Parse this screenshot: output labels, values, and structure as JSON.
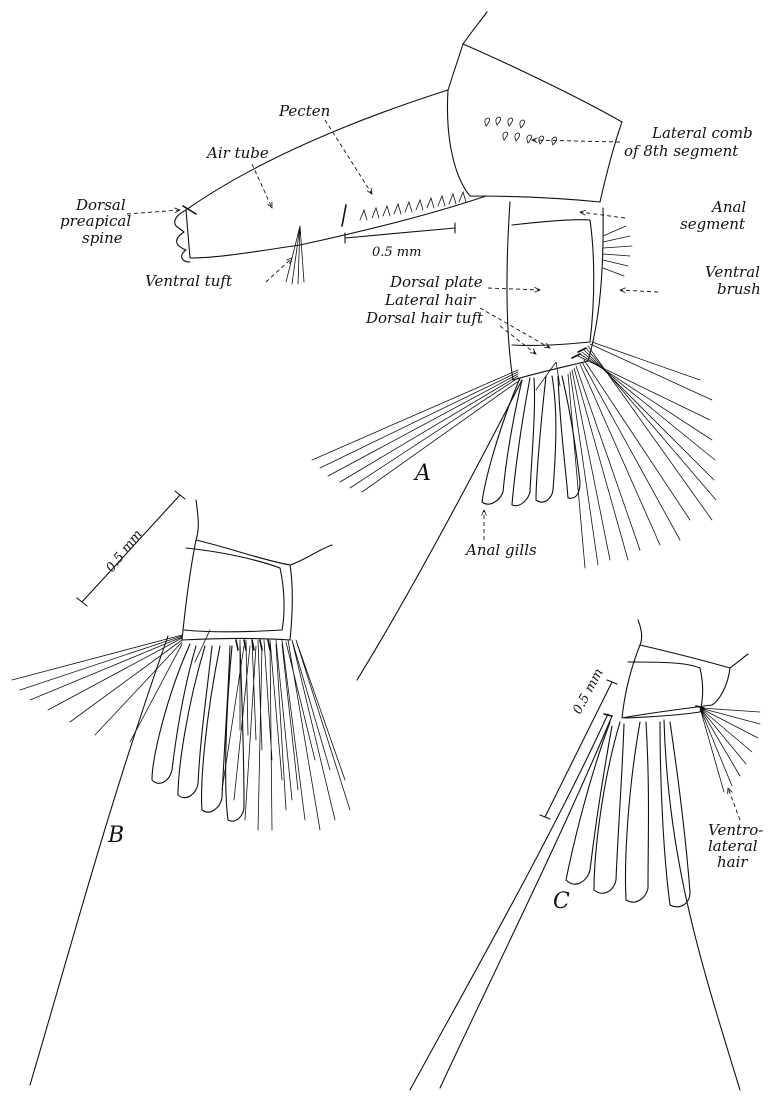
{
  "figure": {
    "label_a": "A",
    "label_b": "B",
    "label_c": "C",
    "scale_a": "0.5 mm",
    "scale_b": "0.5 mm",
    "scale_c": "0.5 mm"
  },
  "labels": {
    "pecten": "Pecten",
    "air_tube": "Air tube",
    "dorsal_spine_1": "Dorsal",
    "dorsal_spine_2": "preapical",
    "dorsal_spine_3": "spine",
    "ventral_tuft": "Ventral tuft",
    "lateral_comb_1": "Lateral comb",
    "lateral_comb_2": "of 8th segment",
    "anal_segment_1": "Anal",
    "anal_segment_2": "segment",
    "dorsal_plate": "Dorsal plate",
    "lateral_hair": "Lateral hair",
    "dorsal_hair_tuft": "Dorsal hair tuft",
    "ventral_brush_1": "Ventral",
    "ventral_brush_2": "brush",
    "anal_gills": "Anal gills",
    "ventrolateral_1": "Ventro-",
    "ventrolateral_2": "lateral",
    "ventrolateral_3": "hair"
  }
}
